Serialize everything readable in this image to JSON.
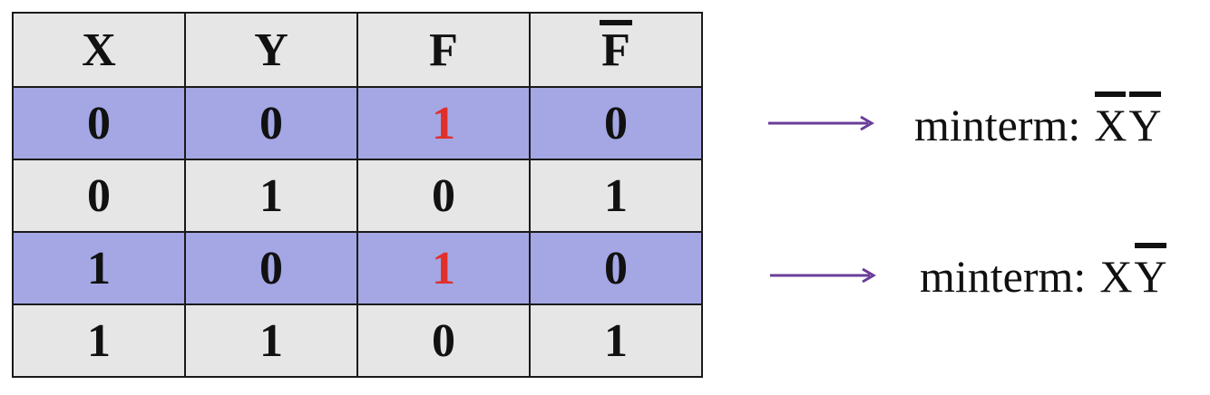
{
  "table": {
    "headers": [
      "X",
      "Y",
      "F",
      "F"
    ],
    "rows": [
      {
        "x": "0",
        "y": "0",
        "f": "1",
        "fnot": "0"
      },
      {
        "x": "0",
        "y": "1",
        "f": "0",
        "fnot": "1"
      },
      {
        "x": "1",
        "y": "0",
        "f": "1",
        "fnot": "0"
      },
      {
        "x": "1",
        "y": "1",
        "f": "0",
        "fnot": "1"
      }
    ]
  },
  "annotations": [
    {
      "label": "minterm:",
      "lit1": "X",
      "lit2": "Y"
    },
    {
      "label": "minterm:",
      "lit1": "X",
      "lit2": "Y"
    }
  ],
  "colors": {
    "highlight_row": "#a4a7e4",
    "normal_row": "#e6e6e6",
    "true_output": "#e0302a",
    "arrow": "#6a3d9a"
  }
}
